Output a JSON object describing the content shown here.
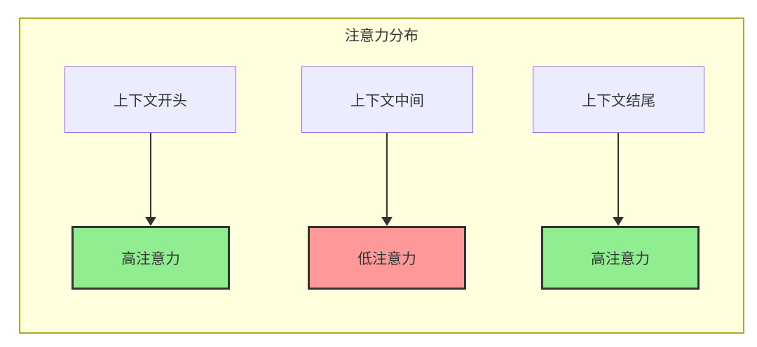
{
  "diagram": {
    "title": "注意力分布",
    "container": {
      "background": "#FFFFDE",
      "border_color": "#AAAA33"
    },
    "arrow_color": "#333333",
    "columns": [
      {
        "top": {
          "label": "上下文开头",
          "fill": "#ECECFF",
          "border": "#9370DB"
        },
        "bottom": {
          "label": "高注意力",
          "fill": "#90EE90",
          "border": "#333333"
        }
      },
      {
        "top": {
          "label": "上下文中间",
          "fill": "#ECECFF",
          "border": "#9370DB"
        },
        "bottom": {
          "label": "低注意力",
          "fill": "#FF9999",
          "border": "#333333"
        }
      },
      {
        "top": {
          "label": "上下文结尾",
          "fill": "#ECECFF",
          "border": "#9370DB"
        },
        "bottom": {
          "label": "高注意力",
          "fill": "#90EE90",
          "border": "#333333"
        }
      }
    ]
  }
}
